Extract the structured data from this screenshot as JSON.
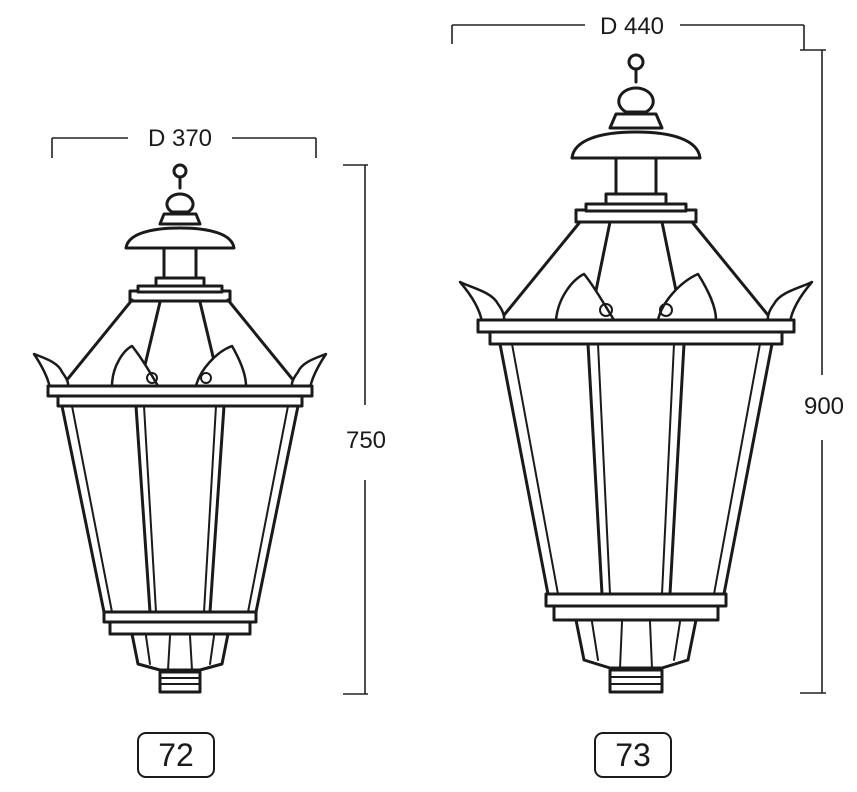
{
  "lanterns": [
    {
      "model": "72",
      "diameter_label": "D 370",
      "height_label": "750"
    },
    {
      "model": "73",
      "diameter_label": "D 440",
      "height_label": "900"
    }
  ]
}
